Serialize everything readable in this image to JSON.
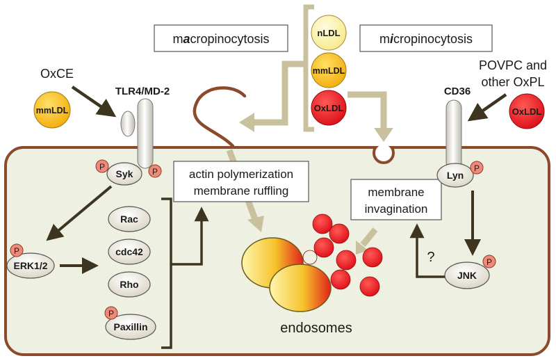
{
  "labels": {
    "macro_prefix": "m",
    "macro_highlight": "a",
    "macro_suffix": "cropinocytosis",
    "micro_prefix": "m",
    "micro_highlight": "i",
    "micro_suffix": "cropinocytosis",
    "oxce": "OxCE",
    "tlr4": "TLR4/MD-2",
    "povpc_line1": "POVPC and",
    "povpc_line2": "other OxPL",
    "cd36": "CD36",
    "actin_line1": "actin polymerization",
    "actin_line2": "membrane ruffling",
    "invag_line1": "membrane",
    "invag_line2": "invagination",
    "endosomes": "endosomes",
    "question": "?"
  },
  "ldl": {
    "nldl": "nLDL",
    "mmldl": "mmLDL",
    "oxldl": "OxLDL",
    "mmldl_left": "mmLDL",
    "oxldl_right": "OxLDL"
  },
  "proteins": {
    "syk": "Syk",
    "erk": "ERK1/2",
    "rac": "Rac",
    "cdc42": "cdc42",
    "rho": "Rho",
    "paxillin": "Paxillin",
    "lyn": "Lyn",
    "jnk": "JNK"
  },
  "phospho": "P",
  "colors": {
    "cell_fill": "#eef0e1",
    "membrane": "#8b4a2b",
    "arrow_dark": "#3d3520",
    "arrow_light": "#c9c19d",
    "protein_fill": "#e9e4d7",
    "phospho_fill": "#f08a78",
    "nldl_fill": "#fbf3a4",
    "mmldl_fill": "#f8c01d",
    "oxldl_fill": "#e0282c",
    "endosome_red": "#e60d1c"
  }
}
